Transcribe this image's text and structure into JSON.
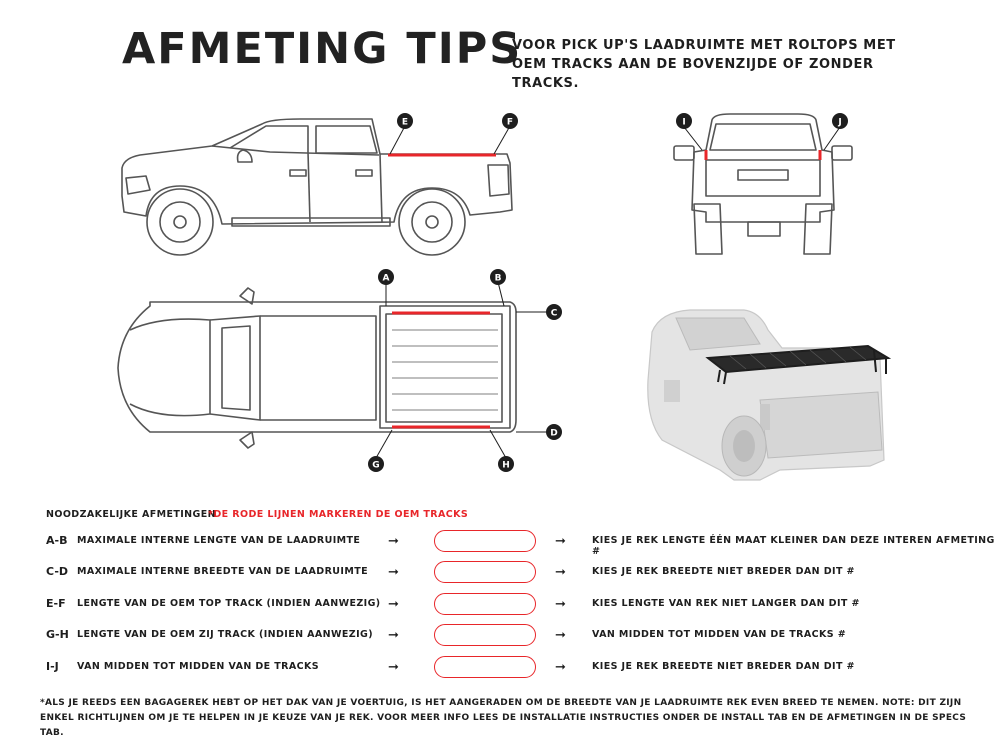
{
  "header": {
    "title": "AFMETING TIPS",
    "subtitle": "VOOR PICK UP'S LAADRUIMTE MET ROLTOPS MET OEM TRACKS AAN DE BOVENZIJDE OF ZONDER TRACKS."
  },
  "callouts": {
    "a": "A",
    "b": "B",
    "c": "C",
    "d": "D",
    "e": "E",
    "f": "F",
    "g": "G",
    "h": "H",
    "i": "I",
    "j": "J"
  },
  "requirements": {
    "heading": "NOODZAKELIJKE AFMETINGEN",
    "note": "*DE RODE LIJNEN MARKEREN DE OEM TRACKS",
    "rows": [
      {
        "code": "A-B",
        "description": "MAXIMALE INTERNE LENGTE VAN DE LAADRUIMTE",
        "tip": "KIES JE REK LENGTE ÉÉN MAAT KLEINER DAN DEZE INTEREN AFMETING #"
      },
      {
        "code": "C-D",
        "description": "MAXIMALE INTERNE BREEDTE VAN DE LAADRUIMTE",
        "tip": "KIES JE REK BREEDTE NIET BREDER DAN DIT #"
      },
      {
        "code": "E-F",
        "description": "LENGTE VAN DE OEM TOP TRACK (INDIEN AANWEZIG)",
        "tip": "KIES LENGTE VAN REK NIET LANGER DAN DIT #"
      },
      {
        "code": "G-H",
        "description": "LENGTE VAN DE OEM ZIJ TRACK (INDIEN AANWEZIG)",
        "tip": "VAN MIDDEN TOT MIDDEN VAN DE TRACKS #"
      },
      {
        "code": "I-J",
        "description": "VAN MIDDEN TOT MIDDEN VAN DE TRACKS",
        "tip": "KIES JE REK BREEDTE NIET BREDER DAN DIT #"
      }
    ]
  },
  "footer": {
    "text": "*ALS JE REEDS EEN BAGAGEREK HEBT OP HET DAK VAN JE VOERTUIG, IS HET AANGERADEN OM DE BREEDTE VAN JE LAADRUIMTE REK EVEN BREED TE NEMEN. NOTE: DIT ZIJN ENKEL RICHTLIJNEN OM JE TE HELPEN IN JE KEUZE VAN JE REK. VOOR MEER INFO LEES DE INSTALLATIE INSTRUCTIES ONDER DE INSTALL TAB EN DE AFMETINGEN IN DE SPECS TAB."
  },
  "colors": {
    "accent": "#e8262a",
    "ink": "#1e1e1e",
    "line": "#555555"
  },
  "icons": [
    "arrow-right-icon"
  ]
}
